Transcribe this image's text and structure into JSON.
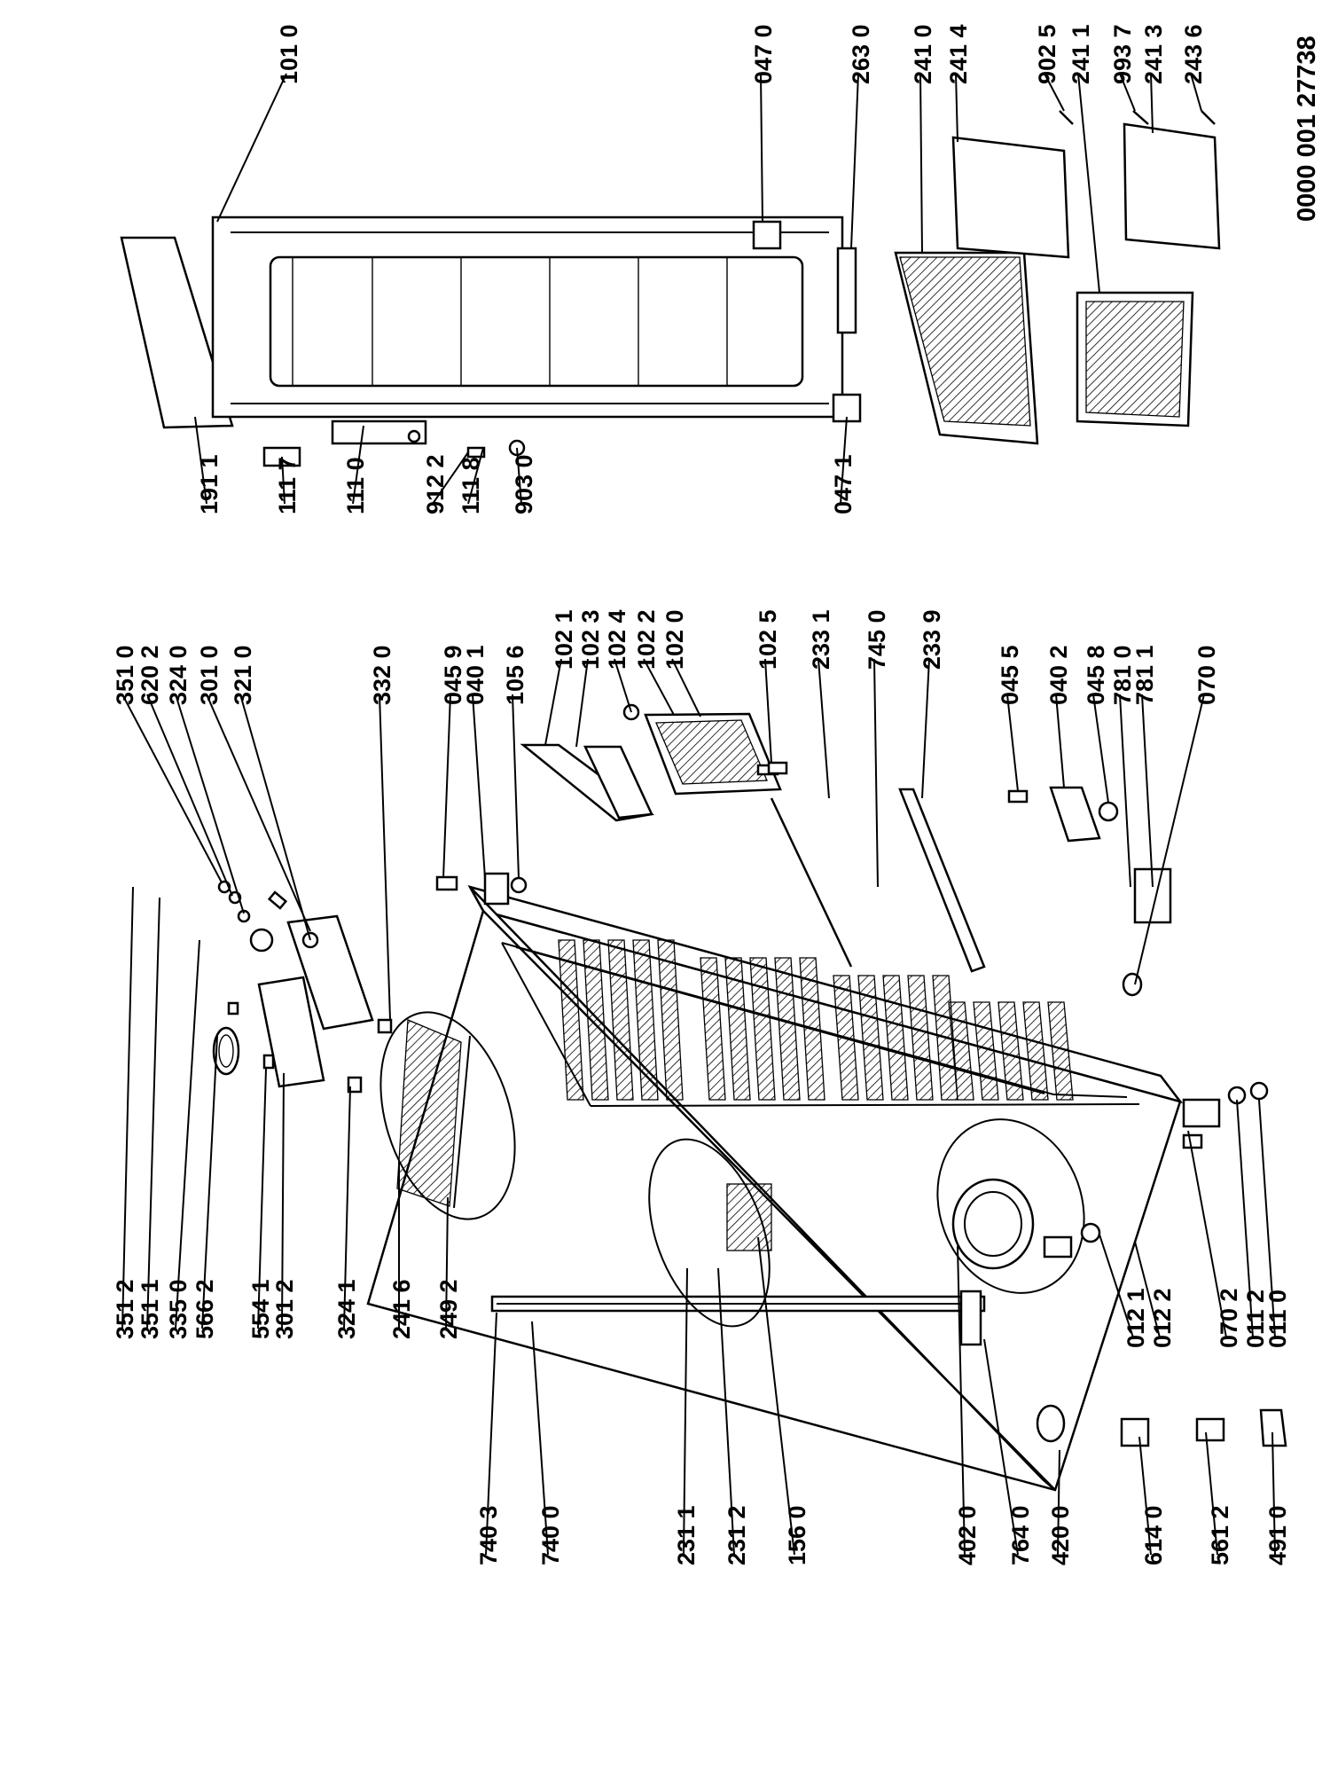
{
  "doc_number": "0000 001 27738",
  "labels_left_cabinet": [
    "351 2",
    "351 1",
    "335 0",
    "566 2",
    "554 1",
    "301 2",
    "324 1",
    "241 6",
    "249 2"
  ],
  "labels_left_lower": [
    "740 3",
    "740 0",
    "231 1",
    "231 2",
    "156 0",
    "402 0",
    "764 0",
    "420 0",
    "614 0",
    "561 2",
    "491 0"
  ],
  "labels_right_lower": [
    "012 1",
    "012 2",
    "070 2",
    "011 2",
    "011 0"
  ],
  "labels_top_controls": [
    "351 0",
    "620 2",
    "324 0",
    "301 0",
    "321 0",
    "332 0",
    "045 9",
    "040 1",
    "105 6"
  ],
  "labels_top_shelves": [
    "102 1",
    "102 3",
    "102 4",
    "102 2",
    "102 0",
    "102 5",
    "233 1",
    "745 0",
    "233 9"
  ],
  "labels_top_hinges": [
    "045 5",
    "040 2",
    "045 8",
    "781 0",
    "781 1",
    "070 0"
  ],
  "labels_door": [
    "191 1",
    "111 7",
    "111 0",
    "912 2",
    "111 8",
    "903 0",
    "047 1"
  ],
  "labels_baskets": [
    "101 0",
    "047 0",
    "263 0",
    "241 0",
    "241 4",
    "902 5",
    "241 1",
    "993 7",
    "241 3",
    "243 6"
  ]
}
